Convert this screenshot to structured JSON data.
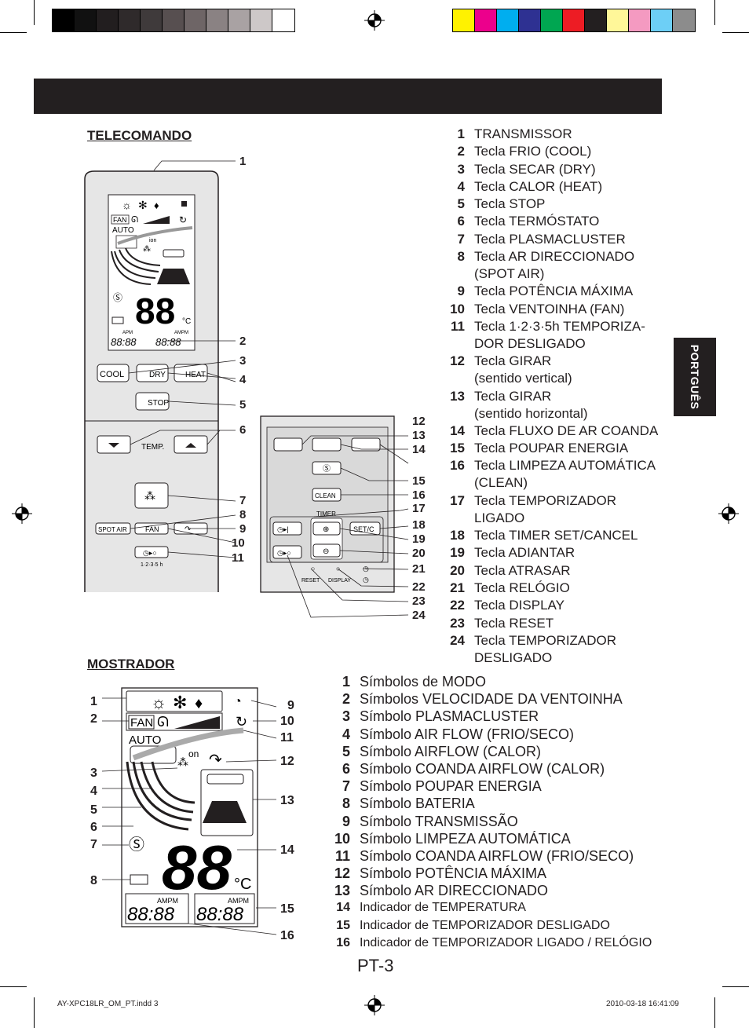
{
  "page": {
    "tab_label": "PORTGUÊS",
    "page_number": "PT-3",
    "footer_file": "AY-XPC18LR_OM_PT.indd   3",
    "footer_date": "2010-03-18   16:41:09"
  },
  "colors": {
    "gray_bar": [
      "#000000",
      "#111111",
      "#221e1f",
      "#2f2a2b",
      "#3f3a3b",
      "#574f50",
      "#6e6566",
      "#8a8283",
      "#a9a2a3",
      "#cdc8c8",
      "#ffffff"
    ],
    "color_bar": [
      "#fff200",
      "#ec008c",
      "#00aeef",
      "#2e3192",
      "#00a651",
      "#ed1c24",
      "#231f20",
      "#fff799",
      "#f49ac1",
      "#6dcff6",
      "#8c8c8c"
    ]
  },
  "telecomando": {
    "title": "TELECOMANDO",
    "buttons": {
      "cool": "COOL",
      "dry": "DRY",
      "heat": "HEAT",
      "stop": "STOP",
      "temp": "TEMP.",
      "spot_air": "SPOT AIR",
      "fan": "FAN",
      "timer_off_caption": "1·2·3·5 h",
      "clean": "CLEAN",
      "timer": "TIMER",
      "set_c": "SET/C",
      "reset": "RESET",
      "display": "DISPLAY"
    },
    "lcd": {
      "fan": "FAN",
      "auto": "AUTO",
      "apm": "APM",
      "ampm": "AMPM",
      "digits": "88",
      "celsius": "°C",
      "time_left": "88:88",
      "time_right": "88:88",
      "ion": "ion"
    },
    "callouts": [
      "1",
      "2",
      "3",
      "4",
      "5",
      "6",
      "7",
      "8",
      "9",
      "10",
      "11",
      "12",
      "13",
      "14",
      "15",
      "16",
      "17",
      "18",
      "19",
      "20",
      "21",
      "22",
      "23",
      "24"
    ],
    "items": [
      {
        "n": "1",
        "t": "TRANSMISSOR"
      },
      {
        "n": "2",
        "t": "Tecla FRIO (COOL)"
      },
      {
        "n": "3",
        "t": "Tecla SECAR (DRY)"
      },
      {
        "n": "4",
        "t": "Tecla CALOR (HEAT)"
      },
      {
        "n": "5",
        "t": "Tecla STOP"
      },
      {
        "n": "6",
        "t": "Tecla TERMÓSTATO"
      },
      {
        "n": "7",
        "t": "Tecla PLASMACLUSTER"
      },
      {
        "n": "8",
        "t": "Tecla AR DIRECCIONADO\n(SPOT AIR)"
      },
      {
        "n": "9",
        "t": "Tecla POTÊNCIA MÁXIMA"
      },
      {
        "n": "10",
        "t": "Tecla VENTOINHA (FAN)"
      },
      {
        "n": "11",
        "t": "Tecla 1·2·3·5h TEMPORIZA-\nDOR DESLIGADO"
      },
      {
        "n": "12",
        "t": "Tecla GIRAR\n(sentido vertical)"
      },
      {
        "n": "13",
        "t": "Tecla GIRAR\n(sentido horizontal)"
      },
      {
        "n": "14",
        "t": "Tecla FLUXO DE AR COANDA"
      },
      {
        "n": "15",
        "t": "Tecla POUPAR ENERGIA"
      },
      {
        "n": "16",
        "t": "Tecla LIMPEZA AUTOMÁTICA\n(CLEAN)"
      },
      {
        "n": "17",
        "t": "Tecla TEMPORIZADOR\nLIGADO"
      },
      {
        "n": "18",
        "t": "Tecla TIMER SET/CANCEL"
      },
      {
        "n": "19",
        "t": "Tecla ADIANTAR"
      },
      {
        "n": "20",
        "t": "Tecla ATRASAR"
      },
      {
        "n": "21",
        "t": "Tecla RELÓGIO"
      },
      {
        "n": "22",
        "t": "Tecla DISPLAY"
      },
      {
        "n": "23",
        "t": "Tecla RESET"
      },
      {
        "n": "24",
        "t": "Tecla TEMPORIZADOR\nDESLIGADO"
      }
    ]
  },
  "mostrador": {
    "title": "MOSTRADOR",
    "lcd": {
      "fan": "FAN",
      "auto": "AUTO",
      "ion": "on",
      "digits": "88",
      "celsius": "°C",
      "apm": "AMPM",
      "time_left": "88:88",
      "time_right": "88:88"
    },
    "callouts": [
      "1",
      "2",
      "3",
      "4",
      "5",
      "6",
      "7",
      "8",
      "9",
      "10",
      "11",
      "12",
      "13",
      "14",
      "15",
      "16"
    ],
    "items": [
      {
        "n": "1",
        "t": "Símbolos de MODO"
      },
      {
        "n": "2",
        "t": "Símbolos VELOCIDADE DA VENTOINHA"
      },
      {
        "n": "3",
        "t": "Símbolo PLASMACLUSTER"
      },
      {
        "n": "4",
        "t": "Símbolo AIR FLOW (FRIO/SECO)"
      },
      {
        "n": "5",
        "t": "Símbolo AIRFLOW (CALOR)"
      },
      {
        "n": "6",
        "t": "Símbolo COANDA AIRFLOW (CALOR)"
      },
      {
        "n": "7",
        "t": "Símbolo POUPAR ENERGIA"
      },
      {
        "n": "8",
        "t": "Símbolo BATERIA"
      },
      {
        "n": "9",
        "t": "Símbolo TRANSMISSÃO"
      },
      {
        "n": "10",
        "t": "Símbolo LIMPEZA AUTOMÁTICA"
      },
      {
        "n": "11",
        "t": "Símbolo COANDA AIRFLOW (FRIO/SECO)"
      },
      {
        "n": "12",
        "t": "Símbolo POTÊNCIA MÁXIMA"
      },
      {
        "n": "13",
        "t": "Símbolo AR DIRECCIONADO"
      },
      {
        "n": "14",
        "t": "Indicador de TEMPERATURA"
      },
      {
        "n": "15",
        "t": "Indicador de TEMPORIZADOR DESLIGADO"
      },
      {
        "n": "16",
        "t": "Indicador de TEMPORIZADOR LIGADO / RELÓGIO"
      }
    ]
  }
}
